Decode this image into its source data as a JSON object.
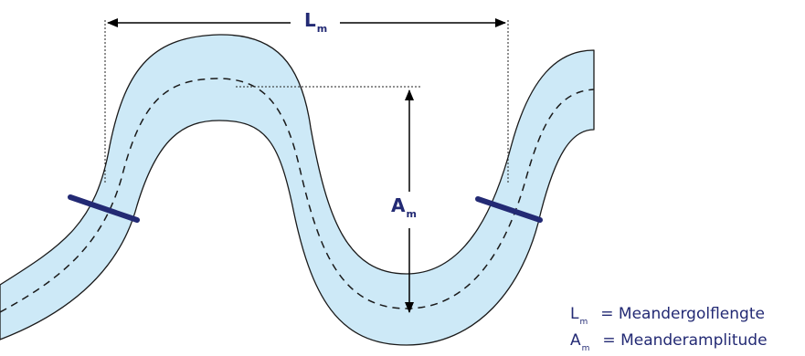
{
  "diagram": {
    "length_label": {
      "symbol": "L",
      "subscript": "m"
    },
    "amplitude_label": {
      "symbol": "A",
      "subscript": "m"
    },
    "legend": [
      {
        "symbol": "L",
        "subscript": "m",
        "description": "= Meandergolflengte"
      },
      {
        "symbol": "A",
        "subscript": "m",
        "description": "= Meanderamplitude"
      }
    ],
    "colors": {
      "river_fill": "#cde9f7",
      "river_outline": "#1a1a1a",
      "cross_section": "#232a74",
      "label_text": "#232a74",
      "arrows": "#000000"
    }
  }
}
